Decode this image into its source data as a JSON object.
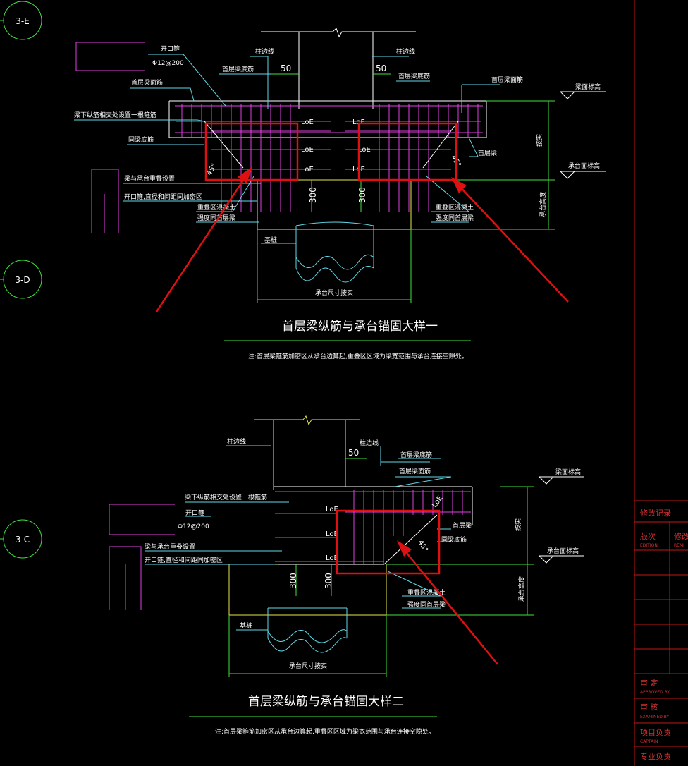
{
  "grid_axes": [
    "3-E",
    "3-D",
    "3-C"
  ],
  "detail1": {
    "title": "首层梁纵筋与承台锚固大样一",
    "note": "注:首层梁箍筋加密区从承台边算起,重叠区区域为梁宽范围与承台连接空隙处。",
    "labels": {
      "open_hoop": "开口箍",
      "open_hoop_spec": "Φ12@200",
      "first_floor_beam_top": "首层梁面筋",
      "beam_stirrup_mid": "梁下纵筋相交处设置一根箍筋",
      "same_beam_bottom": "同梁底筋",
      "beam_overlap": "梁与承台重叠设置",
      "open_hoop_note": "开口箍,直径和间距同加密区",
      "col_edge_left": "柱边线",
      "col_edge_right": "柱边线",
      "beam_bottom_left": "首层梁底筋",
      "beam_bottom_right": "首层梁底筋",
      "beam_top_right": "首层梁面筋",
      "beam_elev": "梁面标高",
      "cap_elev": "承台面标高",
      "first_beam": "首层梁",
      "concrete_left_1": "重叠区混凝土",
      "concrete_left_2": "强度同首层梁",
      "concrete_right_1": "重叠区混凝土",
      "concrete_right_2": "强度同首层梁",
      "pile": "基桩",
      "cap_size": "承台尺寸按实",
      "by_actual": "按实",
      "cap_height": "承台高度",
      "dim_50": "50",
      "dim_300": "300",
      "loe": "LoE",
      "angle": "45°"
    }
  },
  "detail2": {
    "title": "首层梁纵筋与承台锚固大样二",
    "note": "注:首层梁箍筋加密区从承台边算起,重叠区区域为梁宽范围与承台连接空隙处。",
    "labels": {
      "col_edge": "柱边线",
      "dim_50": "50",
      "beam_bottom": "首层梁底筋",
      "beam_top": "首层梁面筋",
      "beam_elev": "梁面标高",
      "beam_stirrup_mid": "梁下纵筋相交处设置一根箍筋",
      "open_hoop": "开口箍",
      "open_hoop_spec": "Φ12@200",
      "beam_overlap": "梁与承台重叠设置",
      "open_hoop_note": "开口箍,直径和间距同加密区",
      "first_beam": "首层梁",
      "same_beam_bottom": "同梁底筋",
      "cap_elev": "承台面标高",
      "concrete_1": "重叠区混凝土",
      "concrete_2": "强度同首层梁",
      "pile": "基桩",
      "cap_size": "承台尺寸按实",
      "by_actual": "按实",
      "cap_height": "承台高度",
      "dim_300": "300",
      "loe": "LoE",
      "angle": "45°"
    }
  },
  "title_block": {
    "revision": "修改记录",
    "edition": "版次",
    "edition_en": "EDITION",
    "modify": "修改",
    "modify_en": "REMI",
    "approved": "审 定",
    "approved_en": "APPROVED BY",
    "examined": "审 核",
    "examined_en": "EXAMINED BY",
    "project_lead": "项目负责",
    "project_lead_en": "CAPTAIN",
    "discipline_lead": "专业负责"
  },
  "colors": {
    "background": "#000000",
    "text": "#ffffff",
    "rebar": "#e040e0",
    "dimension": "#40e040",
    "leader": "#5fd9e8",
    "outline": "#e8e84a",
    "highlight": "#e01010"
  }
}
